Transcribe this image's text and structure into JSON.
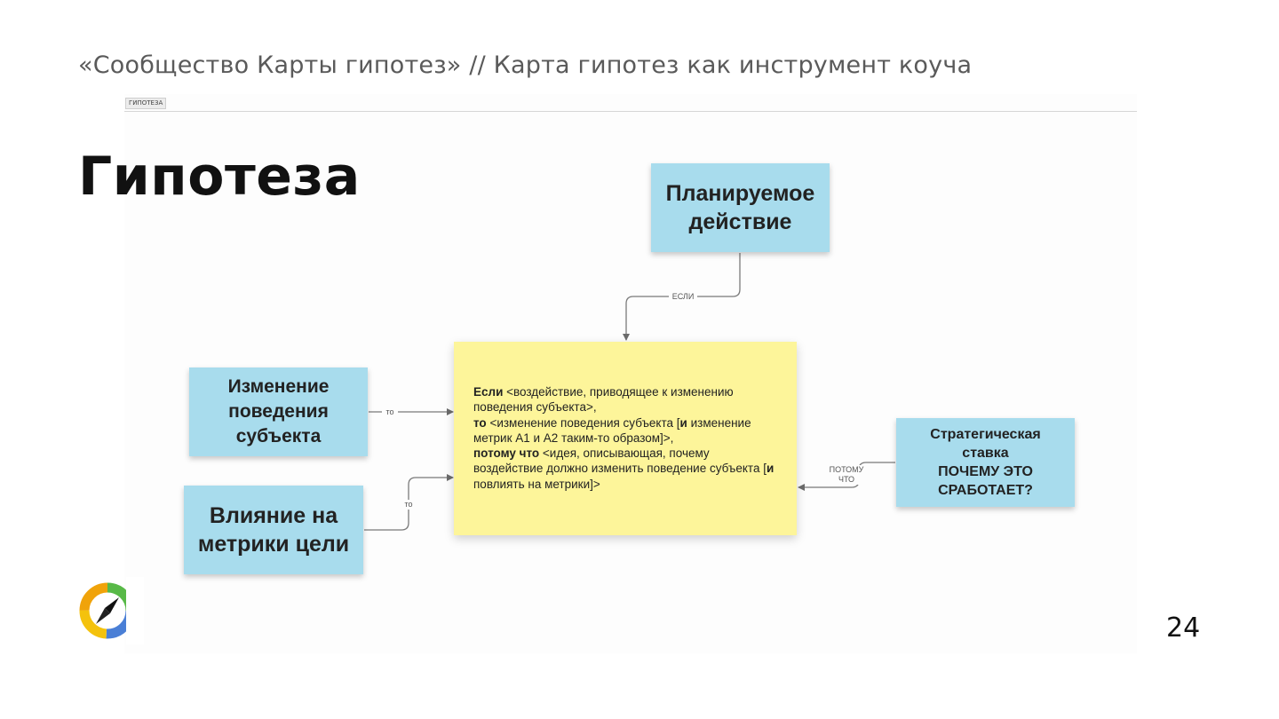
{
  "header": {
    "text": "«Сообщество Карты гипотез»  // Карта гипотез как инструмент коуча"
  },
  "tag": "ГИПОТЕЗА",
  "title": "Гипотеза",
  "boxes": {
    "planned": [
      "Планируемое",
      "действие"
    ],
    "behavior": [
      "Изменение",
      "поведения",
      "субъекта"
    ],
    "metrics": [
      "Влияние на",
      "метрики цели"
    ],
    "strategic": [
      "Стратегическая",
      "ставка",
      "ПОЧЕМУ ЭТО",
      "СРАБОТАЕТ?"
    ]
  },
  "sticky": {
    "if_kw": "Если",
    "if_text": " <воздействие, приводящее к изменению поведения субъекта>,",
    "then_kw": "то",
    "then_text": " <изменение поведения субъекта [",
    "and1": "и",
    "then_text2": " изменение метрик А1 и А2 таким-то образом]>,",
    "because_kw": "потому что",
    "because_text": " <идея, описывающая, почему воздействие должно изменить поведение субъекта [",
    "and2": "и",
    "because_text2": " повлиять на метрики]>"
  },
  "connectors": {
    "if": "ЕСЛИ",
    "then1": "то",
    "then2": "то",
    "because_line1": "ПОТОМУ",
    "because_line2": "ЧТО"
  },
  "colors": {
    "box": "#a8dced",
    "sticky": "#fdf59a",
    "logo": [
      "#4a7fd6",
      "#58b947",
      "#f4c20d",
      "#f0a30a"
    ]
  },
  "page_number": "24"
}
